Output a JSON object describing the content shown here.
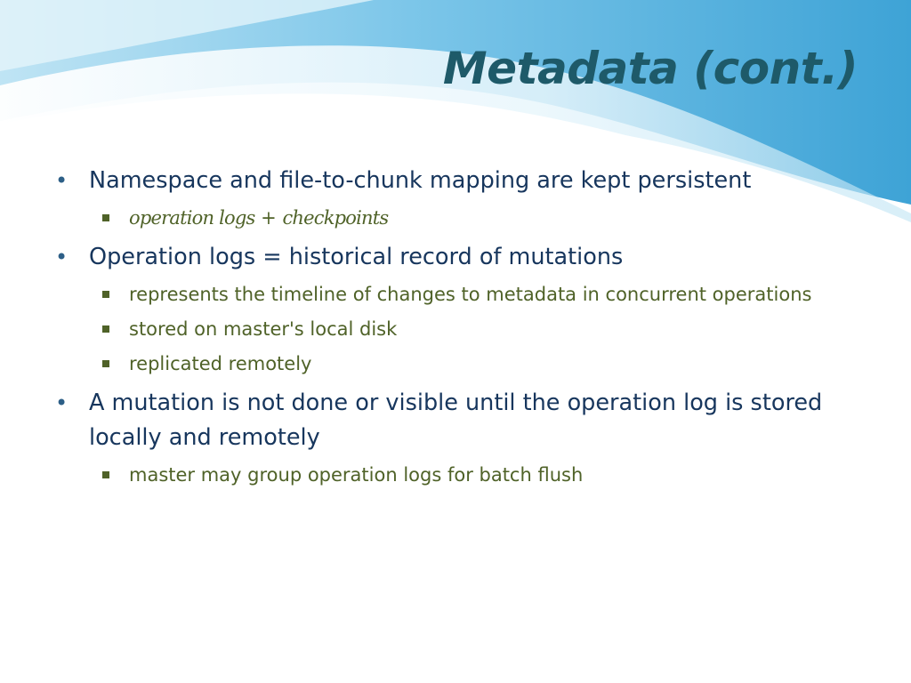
{
  "slide": {
    "title": "Metadata (cont.)",
    "bullet_glyph": "•",
    "bullets": [
      {
        "text": "Namespace and file-to-chunk mapping are kept persistent",
        "sub": {
          "part1": "operation logs",
          "plus": "+",
          "part2": "checkpoints"
        }
      },
      {
        "text": "Operation logs = historical record of mutations",
        "subs": [
          "represents the timeline of changes to metadata in concurrent operations",
          "stored on master's local disk",
          "replicated remotely"
        ]
      },
      {
        "text": "A mutation is not done or visible until the operation log is stored locally and remotely",
        "subs": [
          "master may group operation logs for batch flush"
        ]
      }
    ]
  },
  "colors": {
    "title": "#1e5a69",
    "level1_text": "#17365d",
    "level2_text": "#4f6228",
    "wave_light": "#d9eff8",
    "wave_mid": "#8fd0ec",
    "wave_dark": "#4aa9d8"
  }
}
